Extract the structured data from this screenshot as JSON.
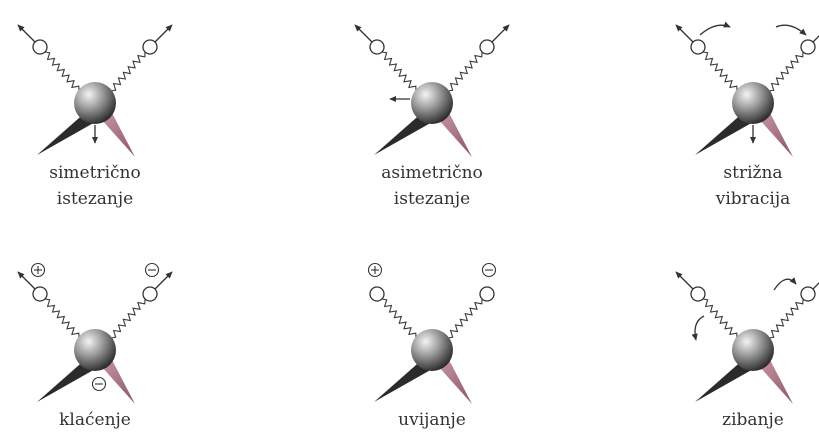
{
  "modes": [
    {
      "id": "symmetric-stretch",
      "caption": [
        "simetrično",
        "istezanje"
      ],
      "left_sign": "",
      "right_sign": "",
      "center_sign": "",
      "arrows": [
        "outer-left",
        "outer-right",
        "down"
      ]
    },
    {
      "id": "asymmetric-stretch",
      "caption": [
        "asimetrično",
        "istezanje"
      ],
      "left_sign": "",
      "right_sign": "",
      "center_sign": "",
      "arrows": [
        "outer-left",
        "outer-right",
        "left"
      ]
    },
    {
      "id": "scissoring",
      "caption": [
        "strižna",
        "vibracija"
      ],
      "left_sign": "",
      "right_sign": "",
      "center_sign": "",
      "arrows": [
        "outer-left",
        "outer-right",
        "down",
        "curve-in-left",
        "curve-in-right"
      ]
    },
    {
      "id": "wagging",
      "caption": [
        "klaćenje"
      ],
      "left_sign": "⊕",
      "right_sign": "⊖",
      "center_sign": "⊖",
      "arrows": [
        "outer-left",
        "outer-right"
      ]
    },
    {
      "id": "twisting",
      "caption": [
        "uvijanje"
      ],
      "left_sign": "⊕",
      "right_sign": "⊖",
      "center_sign": "",
      "arrows": []
    },
    {
      "id": "rocking",
      "caption": [
        "zibanje"
      ],
      "left_sign": "",
      "right_sign": "",
      "center_sign": "",
      "arrows": [
        "outer-left",
        "outer-right",
        "curve-down-left",
        "curve-up-right"
      ]
    }
  ],
  "colors": {
    "ink": "#333333",
    "sphere_light": "#f2f2f2",
    "sphere_dark": "#2a2a2a",
    "wedge_dark": "#2b2b2b",
    "wedge_pink": "#a06a78"
  }
}
